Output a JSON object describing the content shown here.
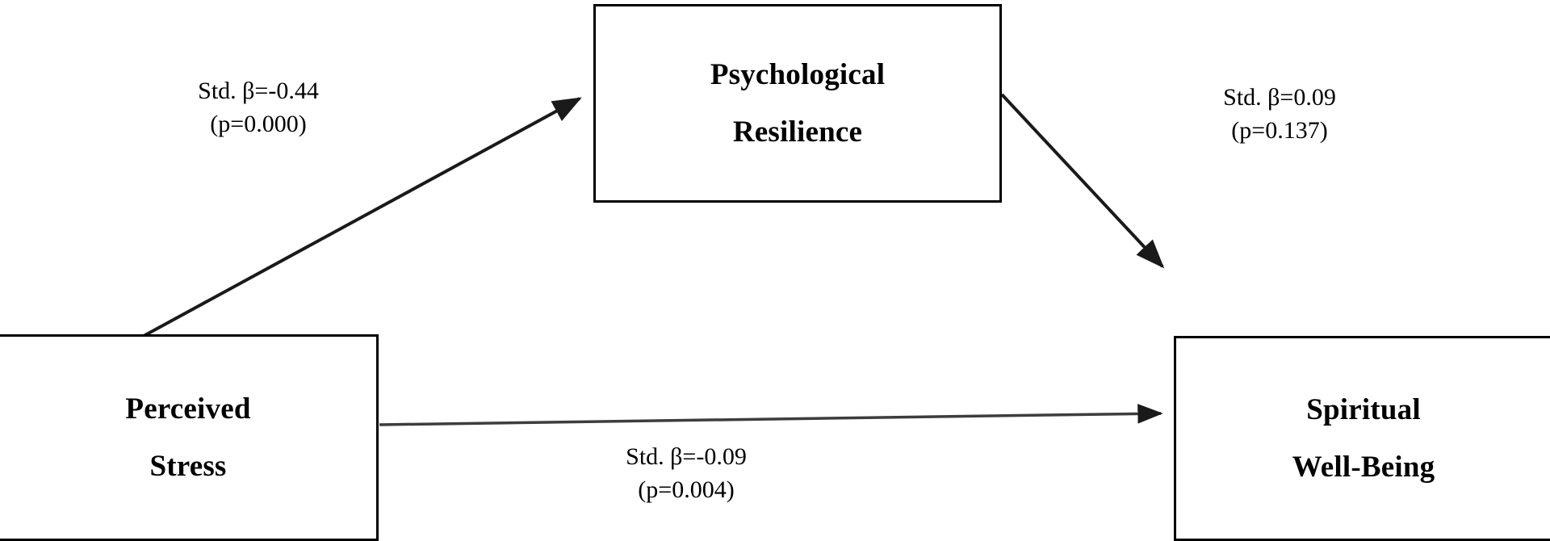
{
  "diagram": {
    "type": "mediation-path-model",
    "background_color": "#ffffff",
    "line_color": "#000000",
    "nodes": [
      {
        "id": "resilience",
        "role": "mediator",
        "line1": "Psychological",
        "line2": "Resilience"
      },
      {
        "id": "stress",
        "role": "predictor",
        "line1": "Perceived",
        "line2": "Stress"
      },
      {
        "id": "wellbeing",
        "role": "outcome",
        "line1": "Spiritual",
        "line2": "Well-Being"
      }
    ],
    "paths": [
      {
        "id": "a",
        "from": "stress",
        "to": "resilience",
        "beta": "Std. β=-0.44",
        "pvalue": "(p=0.000)"
      },
      {
        "id": "b",
        "from": "resilience",
        "to": "wellbeing",
        "beta": "Std. β=0.09",
        "pvalue": "(p=0.137)"
      },
      {
        "id": "c",
        "from": "stress",
        "to": "wellbeing",
        "beta": "Std. β=-0.09",
        "pvalue": "(p=0.004)"
      }
    ]
  }
}
